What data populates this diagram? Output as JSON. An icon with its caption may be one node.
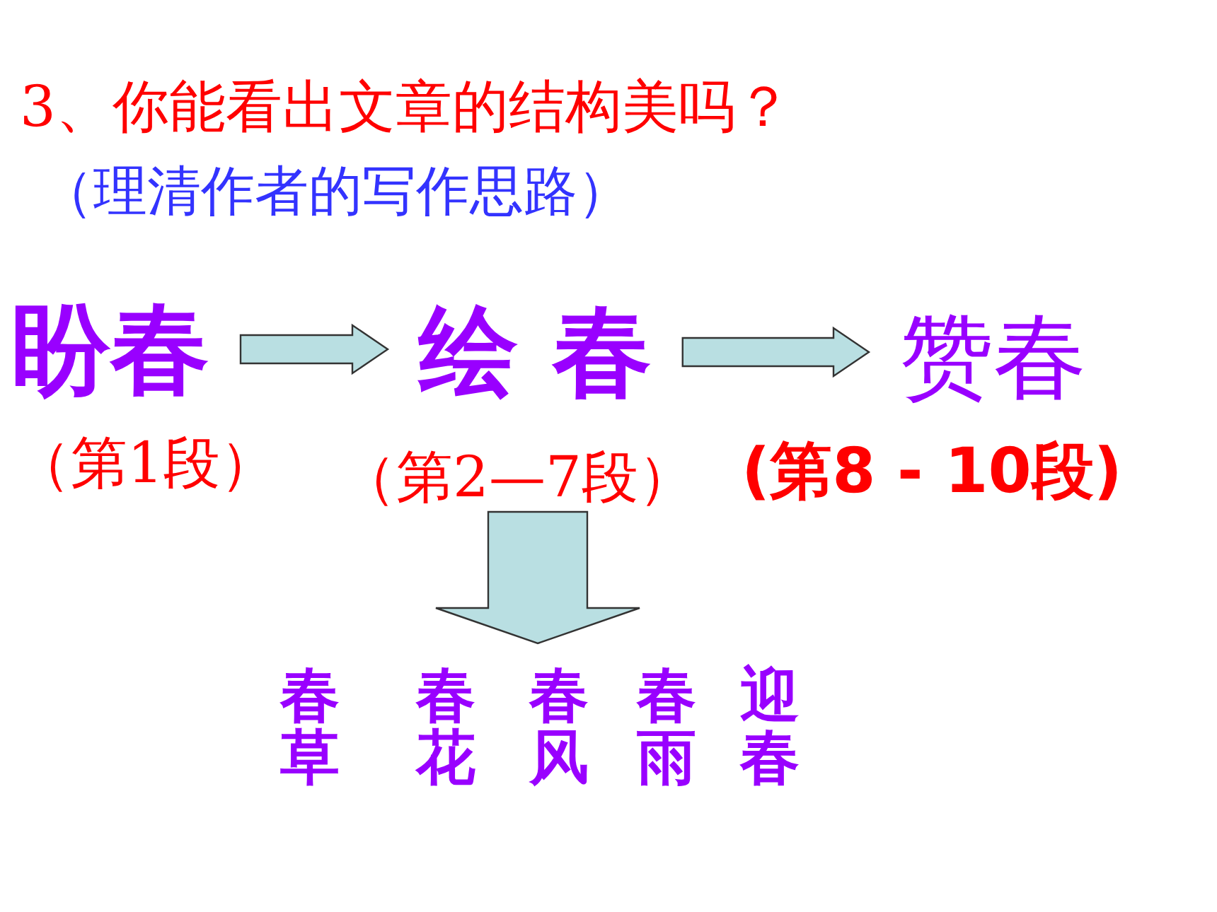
{
  "diagram": {
    "title": "3、你能看出文章的结构美吗？",
    "nodes": [
      {
        "text": [
          "盼春"
        ],
        "beside": [
          "（第1段）"
        ]
      },
      {
        "text": [
          "绘 春"
        ],
        "beside": [
          "（第2—7段）"
        ]
      },
      {
        "text": [
          "赞春"
        ],
        "beside": [
          "(第8 - 10段)"
        ]
      },
      {
        "text": [
          "春草",
          "春花",
          "春风",
          "春雨",
          "迎春"
        ]
      }
    ],
    "edges": [
      {
        "from": 0,
        "to": 1,
        "arrow": "to"
      },
      {
        "from": 1,
        "to": 2,
        "arrow": "to"
      },
      {
        "from": 1,
        "to": 3,
        "arrow": "to"
      }
    ],
    "labels": [
      "（理清作者的写作思路）"
    ]
  }
}
